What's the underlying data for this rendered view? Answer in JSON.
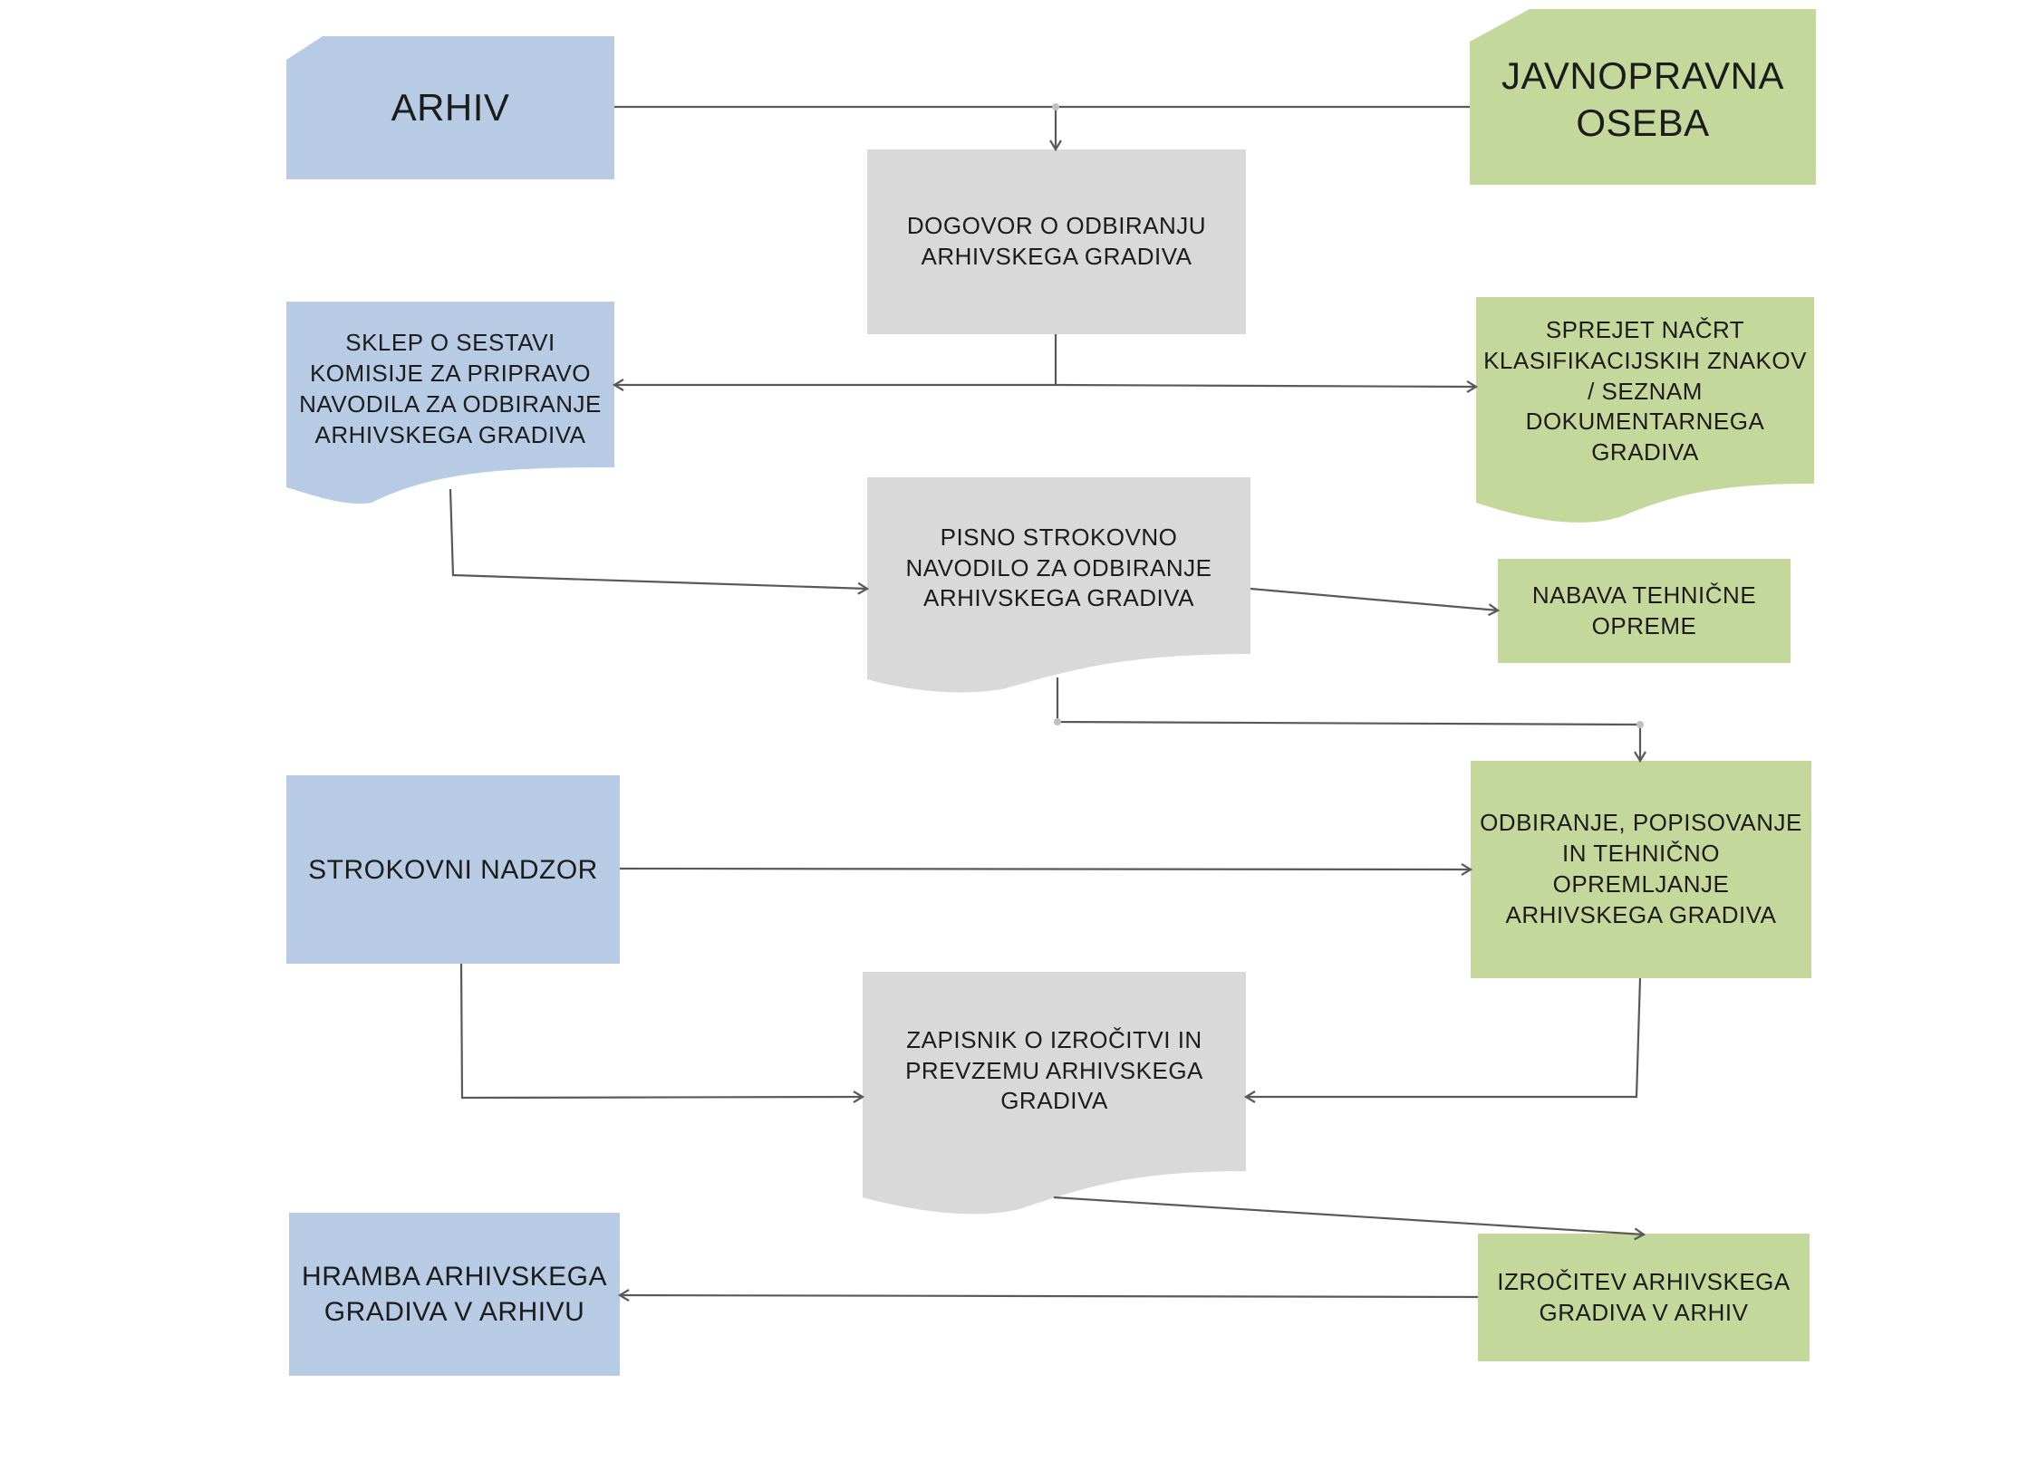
{
  "colors": {
    "archive_blue": "#b7cce4",
    "public_green": "#c5d89c",
    "document_gray": "#d9d9d9",
    "connector": "#595959"
  },
  "nodes": {
    "arhiv": "ARHIV",
    "javnopravna_oseba": "JAVNOPRAVNA\nOSEBA",
    "dogovor": "DOGOVOR O ODBIRANJU\nARHIVSKEGA GRADIVA",
    "sklep": "SKLEP O SESTAVI\nKOMISIJE ZA PRIPRAVO\nNAVODILA ZA ODBIRANJE\nARHIVSKEGA GRADIVA",
    "sprejet_nacrt": "SPREJET NAČRT\nKLASIFIKACIJSKIH ZNAKOV\n/ SEZNAM\nDOKUMENTARNEGA\nGRADIVA",
    "pisno_navodilo": "PISNO STROKOVNO\nNAVODILO ZA ODBIRANJE\nARHIVSKEGA GRADIVA",
    "nabava_opreme": "NABAVA TEHNIČNE\nOPREME",
    "strokovni_nadzor": "STROKOVNI NADZOR",
    "odbiranje": "ODBIRANJE, POPISOVANJE\nIN TEHNIČNO\nOPREMLJANJE\nARHIVSKEGA GRADIVA",
    "zapisnik": "ZAPISNIK O IZROČITVI IN\nPREVZEMU ARHIVSKEGA\nGRADIVA",
    "hramba": "HRAMBA ARHIVSKEGA\nGRADIVA V ARHIVU",
    "izrocitev": "IZROČITEV ARHIVSKEGA\nGRADIVA V ARHIV"
  }
}
